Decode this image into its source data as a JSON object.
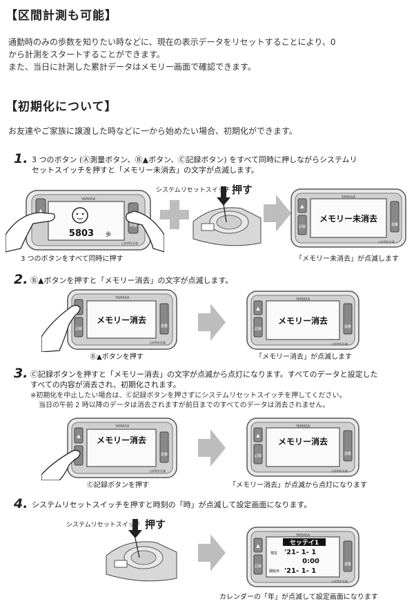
{
  "section1": {
    "title": "【区間計測も可能】",
    "paragraph": [
      "通勤時のみの歩数を知りたい時などに、現在の表示データをリセットすることにより、0",
      "から計測をスタートすることができます。",
      "また、当日に計測した累計データはメモリー画面で確認できます。"
    ]
  },
  "section2": {
    "title": "【初期化について】",
    "paragraph": "お友達やご家族に譲渡した時などに一から始めたい場合、初期化ができます。"
  },
  "steps": [
    {
      "num": "1.",
      "lines": [
        "3 つのボタン (Ⓐ測量ボタン、Ⓑ▲ボタン、Ⓒ記録ボタン) をすべて同時に押しながらシステムリ",
        "セットスイッチを押すと「メモリー未消去」の文字が点滅します。"
      ],
      "caption_left": "3 つのボタンをすべて同時に押す",
      "caption_right": "「メモリー未消去」が点滅します"
    },
    {
      "num": "2.",
      "lines": [
        "Ⓑ▲ボタンを押すと「メモリー消去」の文字が点滅します。"
      ],
      "caption_left": "Ⓑ▲ボタンを押す",
      "caption_right": "「メモリー消去」が点滅します"
    },
    {
      "num": "3.",
      "lines": [
        "Ⓒ記録ボタンを押すと「メモリー消去」の文字が点滅から点灯になります。すべてのデータと設定した",
        "すべての内容が消去され、初期化されます。"
      ],
      "notes": [
        "※初期化を中止したい場合は、Ⓒ記録ボタンを押さずにシステムリセットスイッチを押してください。",
        "当日の午前 2 時以降のデータは消去されますが前日までのすべてのデータは消去されません。"
      ],
      "caption_left": "Ⓒ記録ボタンを押す",
      "caption_right": "「メモリー消去」が点滅から点灯になります"
    },
    {
      "num": "4.",
      "lines": [
        "システムリセットスイッチを押すと時刻の「時」が点滅して設定画面になります。"
      ],
      "caption_right": "カレンダーの「年」が点滅して設定画面になります"
    }
  ],
  "device": {
    "brand": "YAMASA",
    "maker": "山佐時計計器",
    "btn_up": "▲",
    "btn_record": "記録",
    "btn_measure": "測量",
    "step_count": "5803",
    "step_unit": "歩",
    "memory_not_cleared": "メモリー未消去",
    "memory_cleared": "メモリー消去",
    "setting_title": "セッテイ1",
    "setting_row1_label": "現在",
    "setting_row1_value": "'21- 1- 1",
    "setting_row2_value": "0:00",
    "setting_row3_label": "開始日",
    "setting_row3_value": "'21- 1- 1"
  },
  "reset": {
    "switch_label": "システムリセットスイッチ",
    "press_label": "押す"
  }
}
